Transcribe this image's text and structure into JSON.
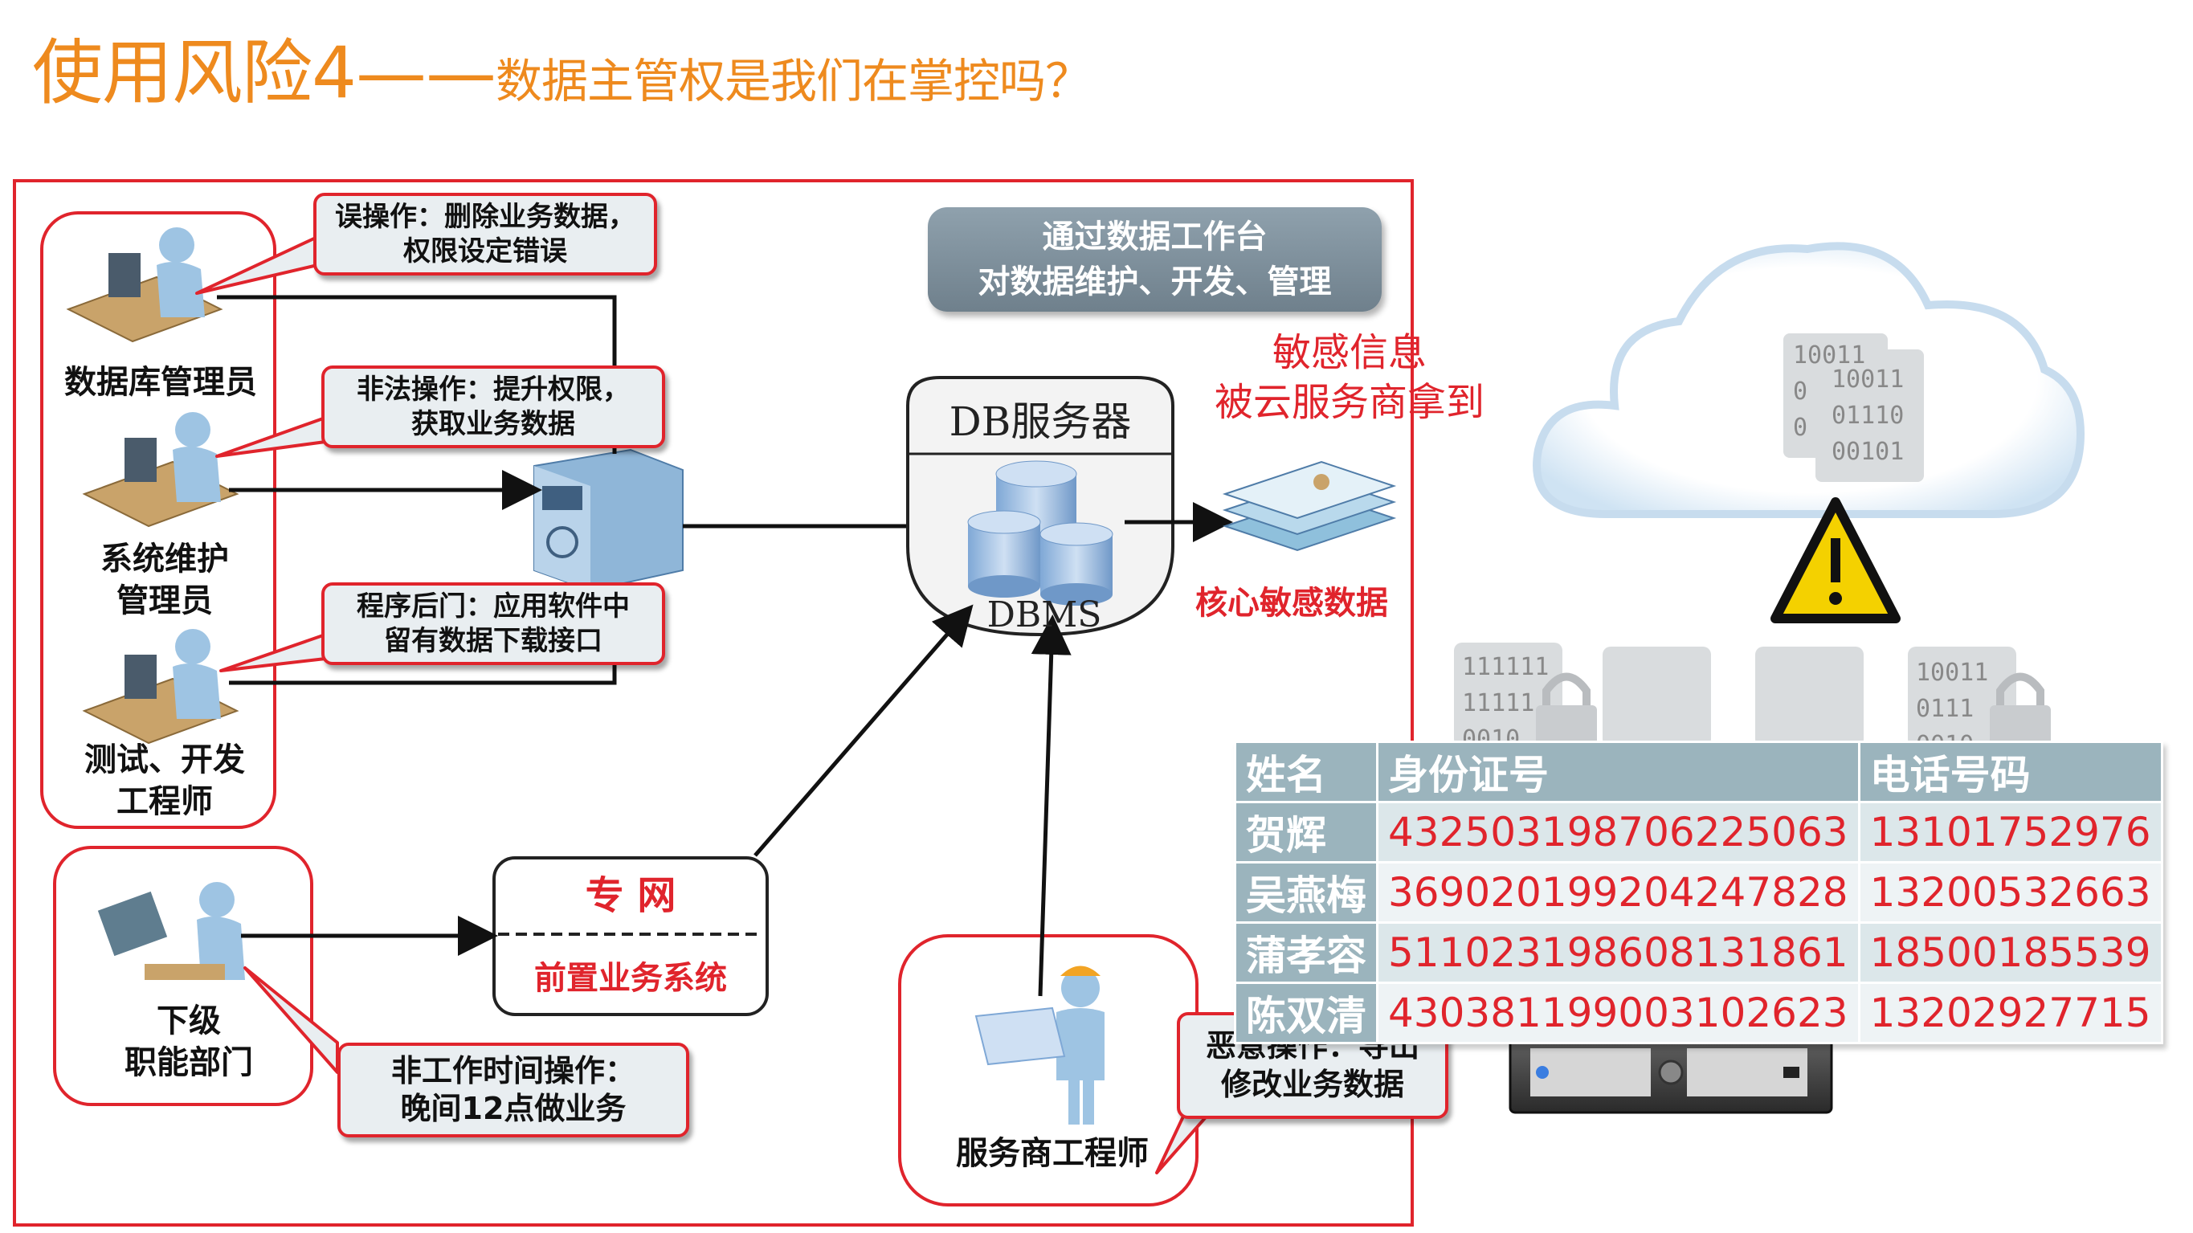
{
  "title": {
    "main": "使用风险4——",
    "sub": "数据主管权是我们在掌控吗？"
  },
  "roles": {
    "dba": "数据库管理员",
    "sysadmin": [
      "系统维护",
      "管理员"
    ],
    "tester": [
      "测试、开发",
      "工程师"
    ],
    "subdept": [
      "下级",
      "职能部门"
    ],
    "vendor": "服务商工程师"
  },
  "callouts": {
    "misop": [
      "误操作：删除业务数据，",
      "权限设定错误"
    ],
    "illegal": [
      "非法操作：提升权限，",
      "获取业务数据"
    ],
    "backdoor": [
      "程序后门：应用软件中",
      "留有数据下载接口"
    ],
    "offhours": [
      "非工作时间操作：",
      "晚间12点做业务"
    ],
    "malicious": [
      "恶意操作：导出",
      "修改业务数据"
    ]
  },
  "workbench": [
    "通过数据工作台",
    "对数据维护、开发、管理"
  ],
  "db_server": {
    "title": "DB服务器",
    "dbms": "DBMS"
  },
  "network": {
    "top": "专 网",
    "bottom": "前置业务系统"
  },
  "sensitive": {
    "cloud_note": [
      "敏感信息",
      "被云服务商拿到"
    ],
    "core": "核心敏感数据"
  },
  "binary": {
    "cloud_back": [
      "10011",
      "0",
      "0"
    ],
    "cloud_front": [
      "10011",
      "01110",
      "00101"
    ],
    "doc1": [
      "111111",
      "11111",
      "0010"
    ],
    "doc4": [
      "10011",
      "0111",
      "0010"
    ]
  },
  "table": {
    "headers": [
      "姓名",
      "身份证号",
      "电话号码"
    ],
    "rows": [
      [
        "贺辉",
        "432503198706225063",
        "13101752976"
      ],
      [
        "吴燕梅",
        "369020199204247828",
        "13200532663"
      ],
      [
        "蒲孝容",
        "511023198608131861",
        "18500185539"
      ],
      [
        "陈双清",
        "430381199003102623",
        "13202927715"
      ]
    ]
  },
  "colors": {
    "title": "#ee8a1e",
    "alert_red": "#e0242c",
    "callout_bg": "#e9eef1",
    "table_header": "#9bb4bd"
  }
}
